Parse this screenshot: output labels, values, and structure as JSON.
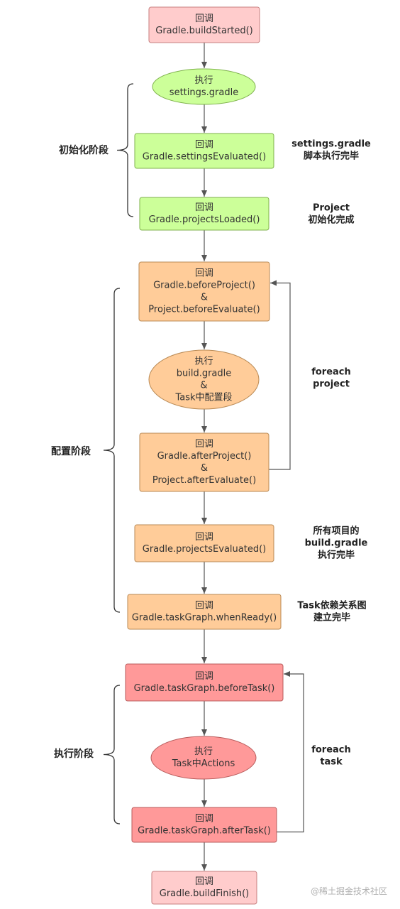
{
  "diagram": {
    "nodes": [
      {
        "id": "buildStarted",
        "shape": "rect",
        "fill": "#ffcccc",
        "stroke": "#c77f7f",
        "lines": [
          "回调",
          "Gradle.buildStarted()"
        ]
      },
      {
        "id": "execSettings",
        "shape": "ellipse",
        "fill": "#ccff99",
        "stroke": "#7fb24d",
        "lines": [
          "执行",
          "settings.gradle"
        ]
      },
      {
        "id": "settingsEvaluated",
        "shape": "rect",
        "fill": "#ccff99",
        "stroke": "#7fb24d",
        "lines": [
          "回调",
          "Gradle.settingsEvaluated()"
        ]
      },
      {
        "id": "projectsLoaded",
        "shape": "rect",
        "fill": "#ccff99",
        "stroke": "#7fb24d",
        "lines": [
          "回调",
          "Gradle.projectsLoaded()"
        ]
      },
      {
        "id": "beforeProject",
        "shape": "rect",
        "fill": "#ffcc99",
        "stroke": "#b98a55",
        "lines": [
          "回调",
          "Gradle.beforeProject()",
          "&",
          "Project.beforeEvaluate()"
        ]
      },
      {
        "id": "execBuild",
        "shape": "ellipse",
        "fill": "#ffcc99",
        "stroke": "#b98a55",
        "lines": [
          "执行",
          "build.gradle",
          "&",
          "Task中配置段"
        ]
      },
      {
        "id": "afterProject",
        "shape": "rect",
        "fill": "#ffcc99",
        "stroke": "#b98a55",
        "lines": [
          "回调",
          "Gradle.afterProject()",
          "&",
          "Project.afterEvaluate()"
        ]
      },
      {
        "id": "projectsEvaluated",
        "shape": "rect",
        "fill": "#ffcc99",
        "stroke": "#b98a55",
        "lines": [
          "回调",
          "Gradle.projectsEvaluated()"
        ]
      },
      {
        "id": "whenReady",
        "shape": "rect",
        "fill": "#ffcc99",
        "stroke": "#b98a55",
        "lines": [
          "回调",
          "Gradle.taskGraph.whenReady()"
        ]
      },
      {
        "id": "beforeTask",
        "shape": "rect",
        "fill": "#ff9999",
        "stroke": "#b85c5c",
        "lines": [
          "回调",
          "Gradle.taskGraph.beforeTask()"
        ]
      },
      {
        "id": "execActions",
        "shape": "ellipse",
        "fill": "#ff9999",
        "stroke": "#b85c5c",
        "lines": [
          "执行",
          "Task中Actions"
        ]
      },
      {
        "id": "afterTask",
        "shape": "rect",
        "fill": "#ff9999",
        "stroke": "#b85c5c",
        "lines": [
          "回调",
          "Gradle.taskGraph.afterTask()"
        ]
      },
      {
        "id": "buildFinish",
        "shape": "rect",
        "fill": "#ffcccc",
        "stroke": "#c77f7f",
        "lines": [
          "回调",
          "Gradle.buildFinish()"
        ]
      }
    ],
    "phases": [
      {
        "id": "init",
        "label": "初始化阶段"
      },
      {
        "id": "config",
        "label": "配置阶段"
      },
      {
        "id": "exec",
        "label": "执行阶段"
      }
    ],
    "notes": [
      {
        "id": "settingsDone",
        "lines": [
          "settings.gradle",
          "脚本执行完毕"
        ]
      },
      {
        "id": "projectInit",
        "lines": [
          "Project",
          "初始化完成"
        ]
      },
      {
        "id": "foreachProject",
        "lines": [
          "foreach",
          "project"
        ]
      },
      {
        "id": "allBuildDone",
        "lines": [
          "所有项目的",
          "build.gradle",
          "执行完毕"
        ]
      },
      {
        "id": "taskGraphDone",
        "lines": [
          "Task依赖关系图",
          "建立完毕"
        ]
      },
      {
        "id": "foreachTask",
        "lines": [
          "foreach",
          "task"
        ]
      }
    ],
    "watermark": "@稀土掘金技术社区",
    "line_color": "#555555"
  }
}
